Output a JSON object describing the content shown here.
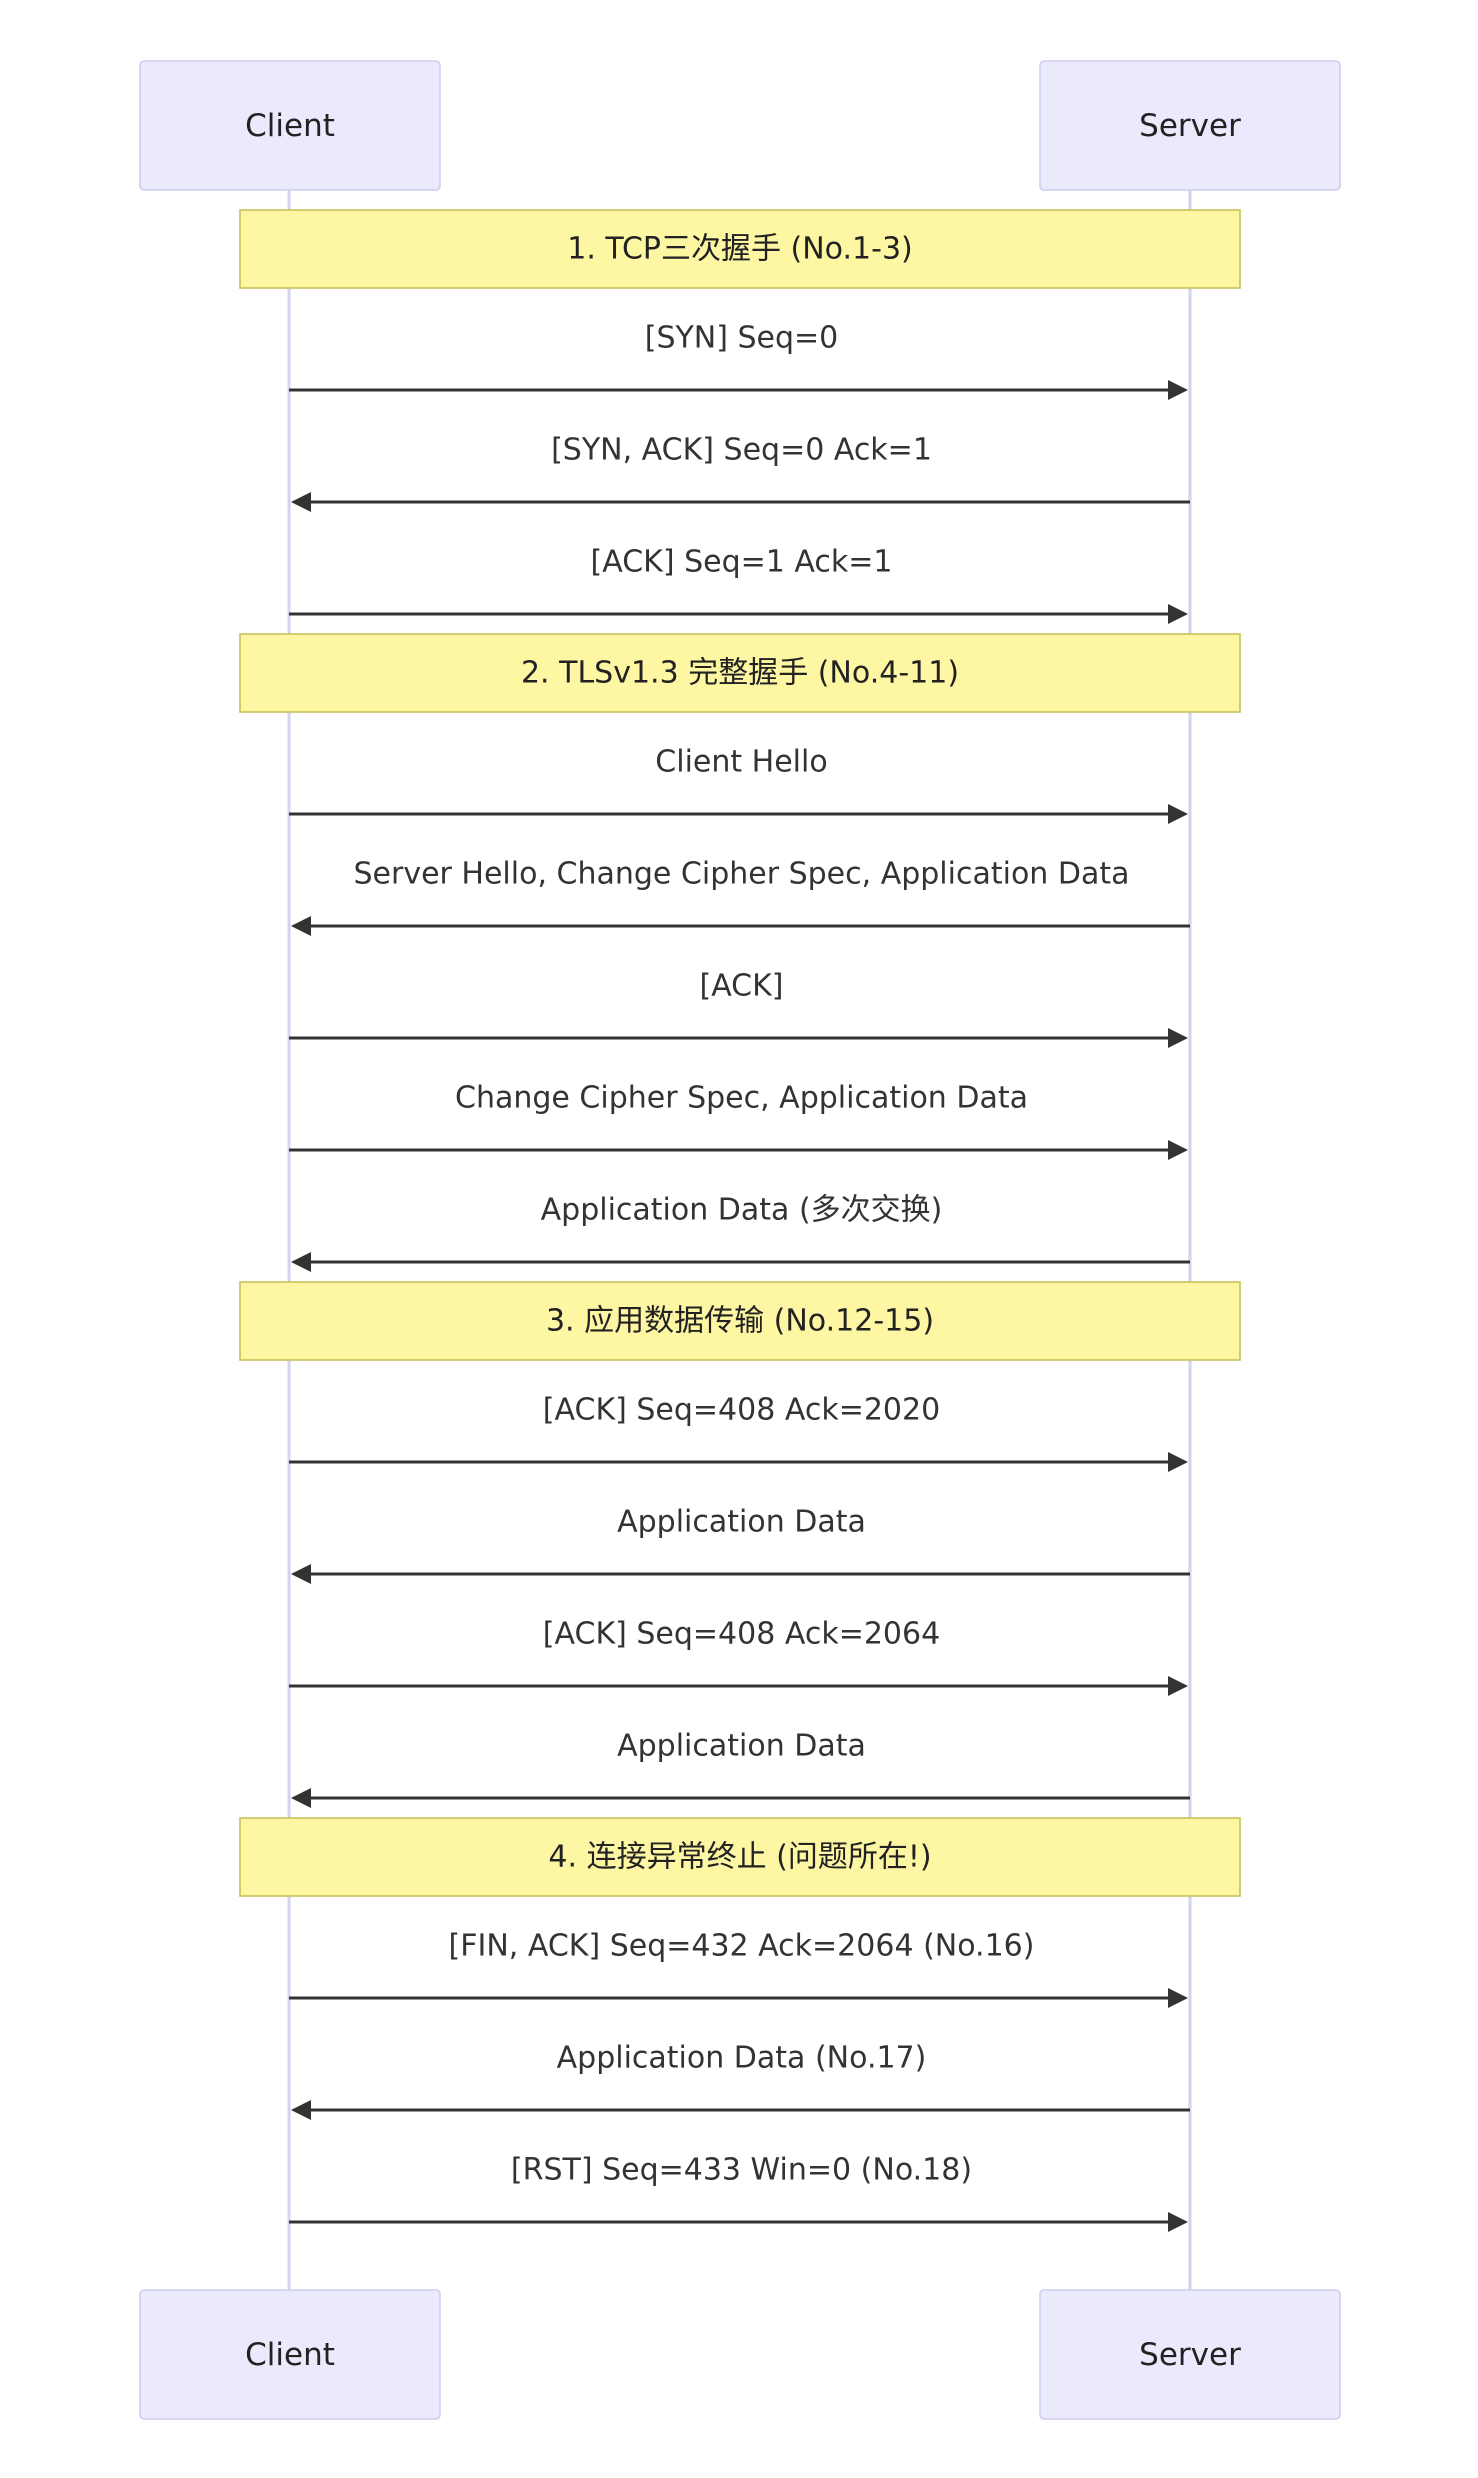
{
  "actors": [
    {
      "id": "client",
      "label": "Client"
    },
    {
      "id": "server",
      "label": "Server"
    }
  ],
  "steps": [
    {
      "kind": "note",
      "text": "1. TCP三次握手 (No.1-3)"
    },
    {
      "kind": "message",
      "from": "client",
      "to": "server",
      "text": "[SYN] Seq=0"
    },
    {
      "kind": "message",
      "from": "server",
      "to": "client",
      "text": "[SYN, ACK] Seq=0 Ack=1"
    },
    {
      "kind": "message",
      "from": "client",
      "to": "server",
      "text": "[ACK] Seq=1 Ack=1"
    },
    {
      "kind": "note",
      "text": "2. TLSv1.3 完整握手 (No.4-11)"
    },
    {
      "kind": "message",
      "from": "client",
      "to": "server",
      "text": "Client Hello"
    },
    {
      "kind": "message",
      "from": "server",
      "to": "client",
      "text": "Server Hello, Change Cipher Spec, Application Data"
    },
    {
      "kind": "message",
      "from": "client",
      "to": "server",
      "text": "[ACK]"
    },
    {
      "kind": "message",
      "from": "client",
      "to": "server",
      "text": "Change Cipher Spec, Application Data"
    },
    {
      "kind": "message",
      "from": "server",
      "to": "client",
      "text": "Application Data (多次交换)"
    },
    {
      "kind": "note",
      "text": "3. 应用数据传输 (No.12-15)"
    },
    {
      "kind": "message",
      "from": "client",
      "to": "server",
      "text": "[ACK] Seq=408 Ack=2020"
    },
    {
      "kind": "message",
      "from": "server",
      "to": "client",
      "text": "Application Data"
    },
    {
      "kind": "message",
      "from": "client",
      "to": "server",
      "text": "[ACK] Seq=408 Ack=2064"
    },
    {
      "kind": "message",
      "from": "server",
      "to": "client",
      "text": "Application Data"
    },
    {
      "kind": "note",
      "text": "4. 连接异常终止 (问题所在!)"
    },
    {
      "kind": "message",
      "from": "client",
      "to": "server",
      "text": "[FIN, ACK] Seq=432 Ack=2064 (No.16)"
    },
    {
      "kind": "message",
      "from": "server",
      "to": "client",
      "text": "Application Data (No.17)"
    },
    {
      "kind": "message",
      "from": "client",
      "to": "server",
      "text": "[RST] Seq=433 Win=0 (No.18)"
    }
  ]
}
